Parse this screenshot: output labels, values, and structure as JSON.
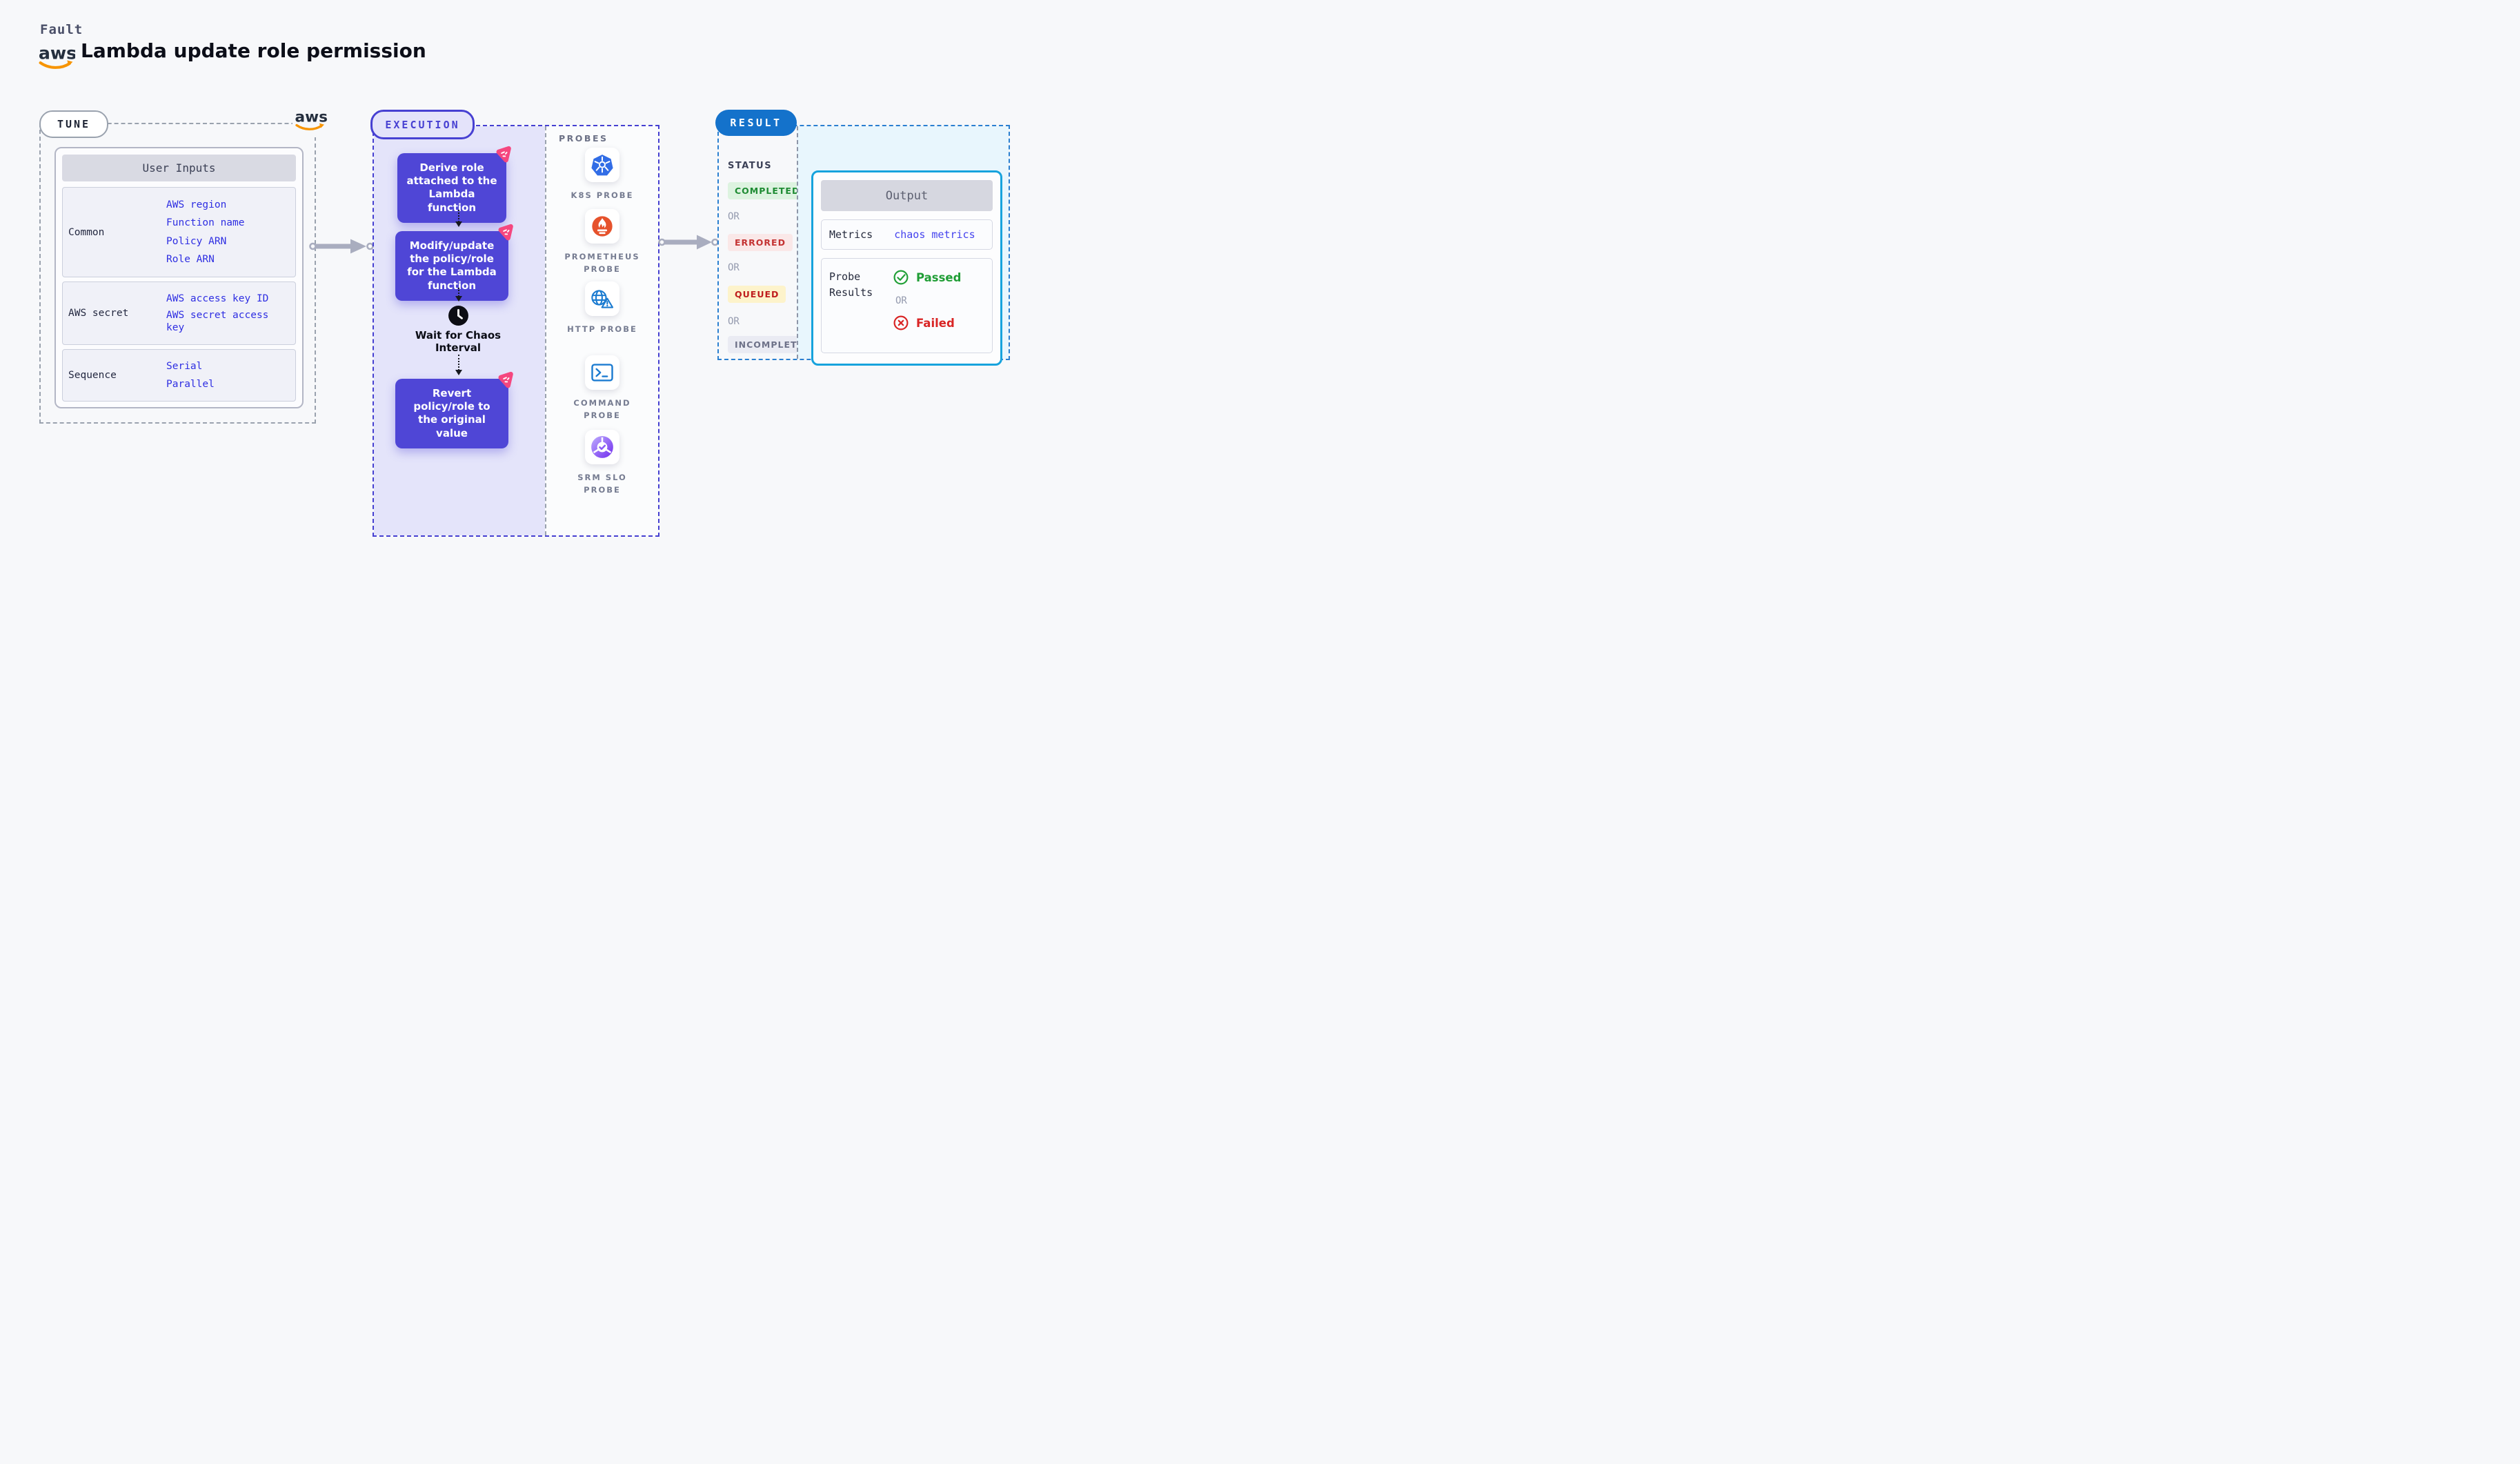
{
  "page": {
    "eyebrow": "Fault",
    "title": "Lambda update role permission"
  },
  "logos": {
    "aws": "aws"
  },
  "tune": {
    "badge": "TUNE",
    "user_inputs": {
      "header": "User Inputs",
      "groups": [
        {
          "label": "Common",
          "links": [
            "AWS region",
            "Function name",
            "Policy ARN",
            "Role ARN"
          ]
        },
        {
          "label": "AWS secret",
          "links": [
            "AWS access key ID",
            "AWS secret access key"
          ]
        },
        {
          "label": "Sequence",
          "links": [
            "Serial",
            "Parallel"
          ]
        }
      ]
    }
  },
  "execution": {
    "badge": "EXECUTION",
    "steps": {
      "derive": "Derive role attached to the Lambda function",
      "modify": "Modify/update the policy/role for the Lambda function",
      "wait": "Wait for Chaos Interval",
      "revert": "Revert policy/role to the original value"
    },
    "probes": {
      "title": "PROBES",
      "items": [
        {
          "label": "K8S PROBE",
          "icon": "kubernetes-icon"
        },
        {
          "label": "PROMETHEUS PROBE",
          "icon": "prometheus-icon"
        },
        {
          "label": "HTTP PROBE",
          "icon": "http-globe-warning-icon"
        },
        {
          "label": "COMMAND PROBE",
          "icon": "terminal-icon"
        },
        {
          "label": "SRM SLO PROBE",
          "icon": "slo-donut-check-icon"
        }
      ]
    }
  },
  "result": {
    "badge": "RESULT",
    "status": {
      "title": "STATUS",
      "or": "OR",
      "badges": [
        {
          "label": "COMPLETED",
          "state": "completed"
        },
        {
          "label": "ERRORED",
          "state": "errored"
        },
        {
          "label": "QUEUED",
          "state": "queued"
        },
        {
          "label": "INCOMPLETED",
          "state": "incompleted"
        }
      ]
    },
    "output": {
      "header": "Output",
      "metrics_label": "Metrics",
      "metrics_value": "chaos metrics",
      "probe_results_label": "Probe Results",
      "passed": "Passed",
      "or": "OR",
      "failed": "Failed"
    }
  },
  "colors": {
    "page_bg": "#f7f8fa",
    "tune_border": "#9aa2ae",
    "execution_accent": "#4740d2",
    "execution_fill": "#e4e4fa",
    "flow_box": "#4f46d6",
    "chaos_pink": "#f5477f",
    "link_blue": "#2e2ee2",
    "result_blue": "#1472cb",
    "result_dash": "#2a7fd0",
    "output_border": "#17a3dd",
    "output_fill": "#e8f6fd",
    "completed_green": "#1e8b33",
    "errored_red": "#c43333",
    "queued_bg": "#fdf3cb",
    "passed_green": "#1f9d35",
    "failed_red": "#d92525",
    "aws_orange": "#f79400",
    "kubernetes_blue": "#326de6",
    "prometheus_orange": "#e6522c",
    "probe_icon_blue": "#1b7bd0",
    "srm_purple": "#7b3df0"
  }
}
